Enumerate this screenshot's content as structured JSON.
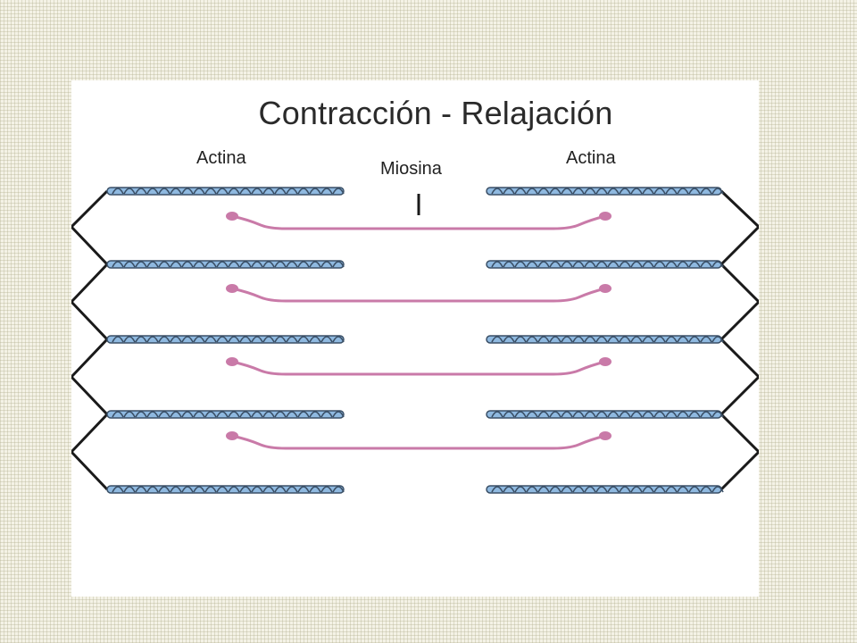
{
  "title": "Contracción - Relajación",
  "labels": {
    "actina_left": "Actina",
    "miosina": "Miosina",
    "actina_right": "Actina"
  },
  "colors": {
    "actin_fill": "#8fb9e0",
    "actin_outline": "#3a4f66",
    "myosin": "#c97aa8",
    "z_line": "#1a1a1a"
  },
  "filament_rows": 5,
  "myosin_rows": 4
}
